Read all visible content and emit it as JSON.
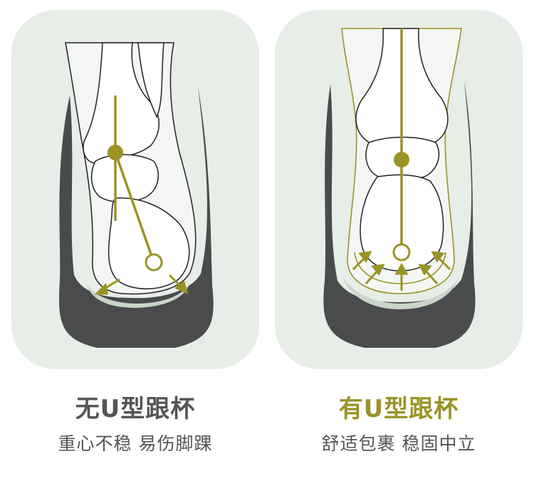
{
  "colors": {
    "panel_bg": "#e7ede7",
    "shoe": "#4a4b4d",
    "accent": "#9a9326",
    "bone_outline": "#222222",
    "title_left": "#555555",
    "title_right": "#9a9326",
    "subtitle": "#555555"
  },
  "left": {
    "title": "无U型跟杯",
    "subtitle": "重心不稳 易伤脚踝",
    "illustration": "heel-without-u-cup"
  },
  "right": {
    "title": "有U型跟杯",
    "subtitle": "舒适包裹 稳固中立",
    "illustration": "heel-with-u-cup"
  }
}
